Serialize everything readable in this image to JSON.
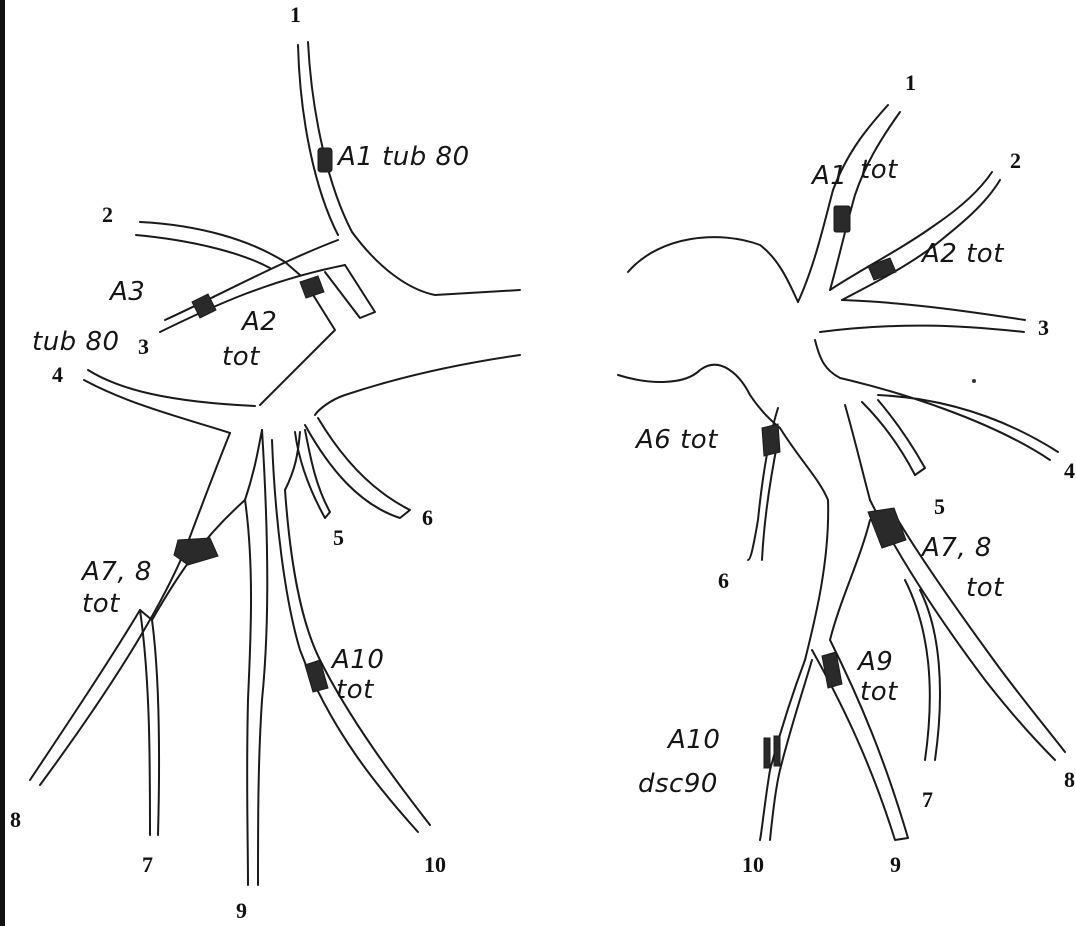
{
  "left_tree": {
    "numbers": [
      "1",
      "2",
      "3",
      "4",
      "5",
      "6",
      "7",
      "8",
      "9",
      "10"
    ],
    "annotations": {
      "a1": "A1 tub 80",
      "a3_name": "A3",
      "a3_value": "tub 80",
      "a2_name": "A2",
      "a2_value": "tot",
      "a78_name": "A7, 8",
      "a78_value": "tot",
      "a10_name": "A10",
      "a10_value": "tot"
    }
  },
  "right_tree": {
    "numbers": [
      "1",
      "2",
      "3",
      "4",
      "5",
      "6",
      "7",
      "8",
      "9",
      "10"
    ],
    "annotations": {
      "a1_name": "A1",
      "a1_value": "tot",
      "a2": "A2 tot",
      "a6": "A6 tot",
      "a78_name": "A7, 8",
      "a78_value": "tot",
      "a9_name": "A9",
      "a9_value": "tot",
      "a10_name": "A10",
      "a10_value": "dsc90"
    }
  },
  "colors": {
    "ink": "#1a1a1a",
    "lesion": "#2a2a2a",
    "paper": "#ffffff"
  }
}
